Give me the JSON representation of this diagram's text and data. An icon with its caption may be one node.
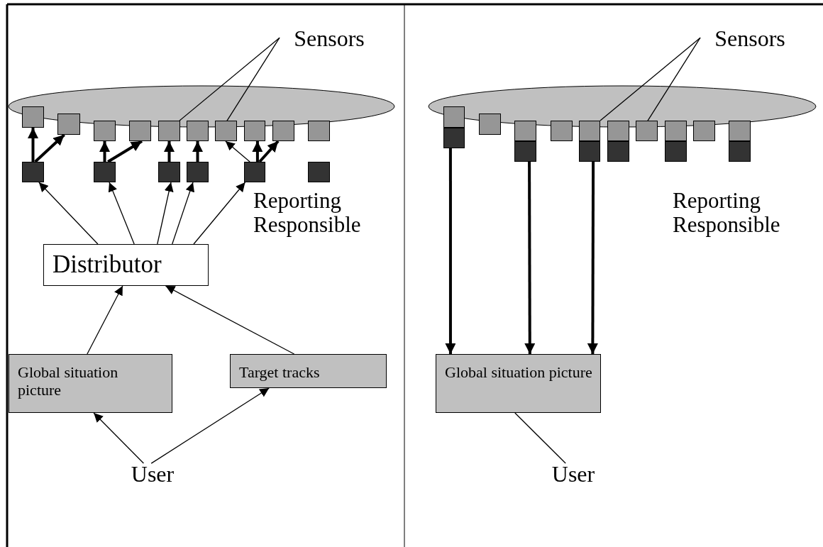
{
  "diagram": {
    "nodes": [
      {
        "text": [],
        "shape": "box"
      },
      {
        "text": [],
        "shape": "box"
      },
      {
        "text": [],
        "shape": "box"
      },
      {
        "text": [],
        "shape": "box"
      },
      {
        "text": [],
        "shape": "box"
      },
      {
        "text": [],
        "shape": "box"
      },
      {
        "text": [],
        "shape": "box"
      },
      {
        "text": [],
        "shape": "box"
      },
      {
        "text": [],
        "shape": "box"
      },
      {
        "text": [],
        "shape": "box"
      },
      {
        "text": [],
        "shape": "box"
      },
      {
        "text": [],
        "shape": "box"
      },
      {
        "text": [],
        "shape": "box"
      },
      {
        "text": [],
        "shape": "box"
      },
      {
        "text": [],
        "shape": "box"
      },
      {
        "text": [],
        "shape": "box"
      },
      {
        "text": [
          "Distributor"
        ]
      },
      {
        "text": [
          "Global situation picture"
        ]
      },
      {
        "text": [
          "Target tracks"
        ]
      },
      {
        "text": [
          "User"
        ]
      },
      {
        "text": [
          "Sensors"
        ]
      },
      {
        "text": [],
        "shape": "box"
      },
      {
        "text": [],
        "shape": "box"
      },
      {
        "text": [],
        "shape": "box"
      },
      {
        "text": [],
        "shape": "box"
      },
      {
        "text": [],
        "shape": "box"
      },
      {
        "text": [],
        "shape": "box"
      },
      {
        "text": [],
        "shape": "box"
      },
      {
        "text": [],
        "shape": "box"
      },
      {
        "text": [],
        "shape": "box"
      },
      {
        "text": [],
        "shape": "box"
      },
      {
        "text": [],
        "shape": "box"
      },
      {
        "text": [],
        "shape": "box"
      },
      {
        "text": [],
        "shape": "box"
      },
      {
        "text": [],
        "shape": "box"
      },
      {
        "text": [],
        "shape": "box"
      },
      {
        "text": [],
        "shape": "box"
      },
      {
        "text": [
          "Global situation picture"
        ]
      },
      {
        "text": [
          "User"
        ]
      },
      {
        "text": [
          "Sensors"
        ]
      }
    ],
    "edges": [
      {
        "from": 10,
        "to": 0,
        "arrow": "to",
        "style": "thick"
      },
      {
        "from": 10,
        "to": 1,
        "arrow": "to",
        "style": "thick"
      },
      {
        "from": 11,
        "to": 2,
        "arrow": "to",
        "style": "thick"
      },
      {
        "from": 11,
        "to": 3,
        "arrow": "to",
        "style": "thick"
      },
      {
        "from": 12,
        "to": 4,
        "arrow": "to",
        "style": "thick"
      },
      {
        "from": 13,
        "to": 5,
        "arrow": "to",
        "style": "thick"
      },
      {
        "from": 14,
        "to": 6,
        "arrow": "to"
      },
      {
        "from": 14,
        "to": 7,
        "arrow": "to",
        "style": "thick"
      },
      {
        "from": 14,
        "to": 8,
        "arrow": "to",
        "style": "thick"
      },
      {
        "from": 16,
        "to": 10,
        "arrow": "to"
      },
      {
        "from": 16,
        "to": 11,
        "arrow": "to"
      },
      {
        "from": 16,
        "to": 12,
        "arrow": "to"
      },
      {
        "from": 16,
        "to": 13,
        "arrow": "to"
      },
      {
        "from": 16,
        "to": 14,
        "arrow": "to"
      },
      {
        "from": 17,
        "to": 16,
        "arrow": "to"
      },
      {
        "from": 18,
        "to": 16,
        "arrow": "to"
      },
      {
        "from": 19,
        "to": 17,
        "arrow": "to"
      },
      {
        "from": 19,
        "to": 18,
        "arrow": "to"
      },
      {
        "from": 20,
        "to": 4,
        "arrow": "none"
      },
      {
        "from": 20,
        "to": 6,
        "arrow": "none"
      },
      {
        "from": 31,
        "to": 37,
        "arrow": "to",
        "style": "thick"
      },
      {
        "from": 32,
        "to": 37,
        "arrow": "to",
        "style": "thick"
      },
      {
        "from": 33,
        "to": 37,
        "arrow": "to",
        "style": "thick"
      },
      {
        "from": 38,
        "to": 37,
        "arrow": "none"
      },
      {
        "from": 39,
        "to": 25,
        "arrow": "none"
      },
      {
        "from": 39,
        "to": 27,
        "arrow": "none"
      }
    ],
    "labels": [
      "Reporting Responsible",
      "Reporting Responsible"
    ]
  }
}
